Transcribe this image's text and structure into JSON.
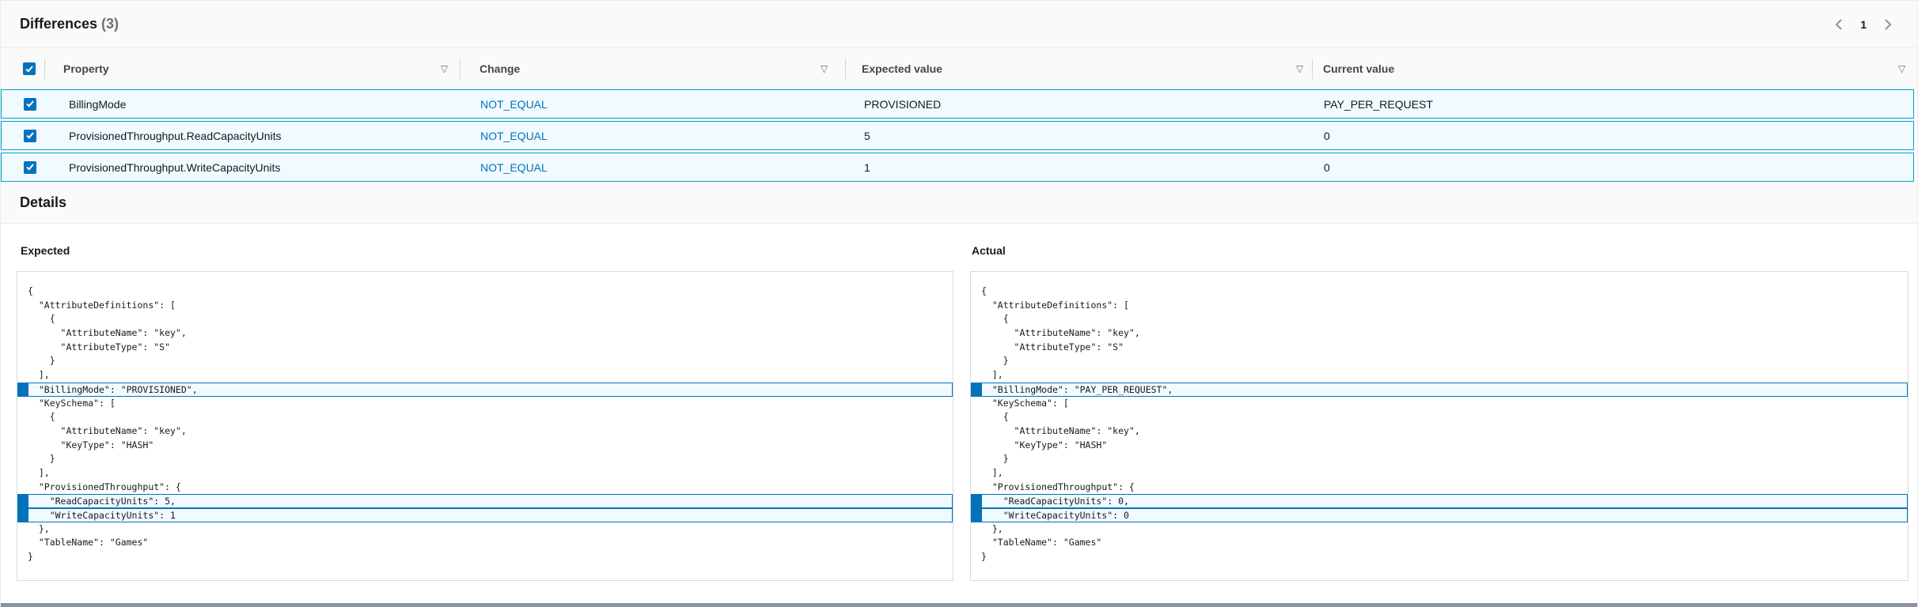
{
  "header": {
    "title": "Differences",
    "count": "(3)",
    "pagination": {
      "page": "1"
    }
  },
  "table": {
    "select_all_checked": true,
    "columns": [
      "Property",
      "Change",
      "Expected value",
      "Current value"
    ],
    "rows": [
      {
        "selected": true,
        "property": "BillingMode",
        "change": "NOT_EQUAL",
        "expected": "PROVISIONED",
        "current": "PAY_PER_REQUEST"
      },
      {
        "selected": true,
        "property": "ProvisionedThroughput.ReadCapacityUnits",
        "change": "NOT_EQUAL",
        "expected": "5",
        "current": "0"
      },
      {
        "selected": true,
        "property": "ProvisionedThroughput.WriteCapacityUnits",
        "change": "NOT_EQUAL",
        "expected": "1",
        "current": "0"
      }
    ]
  },
  "details": {
    "title": "Details",
    "expected": {
      "label": "Expected",
      "lines": [
        {
          "text": "{",
          "hl": false
        },
        {
          "text": "  \"AttributeDefinitions\": [",
          "hl": false
        },
        {
          "text": "    {",
          "hl": false
        },
        {
          "text": "      \"AttributeName\": \"key\",",
          "hl": false
        },
        {
          "text": "      \"AttributeType\": \"S\"",
          "hl": false
        },
        {
          "text": "    }",
          "hl": false
        },
        {
          "text": "  ],",
          "hl": false
        },
        {
          "text": "  \"BillingMode\": \"PROVISIONED\",",
          "hl": true
        },
        {
          "text": "  \"KeySchema\": [",
          "hl": false
        },
        {
          "text": "    {",
          "hl": false
        },
        {
          "text": "      \"AttributeName\": \"key\",",
          "hl": false
        },
        {
          "text": "      \"KeyType\": \"HASH\"",
          "hl": false
        },
        {
          "text": "    }",
          "hl": false
        },
        {
          "text": "  ],",
          "hl": false
        },
        {
          "text": "  \"ProvisionedThroughput\": {",
          "hl": false
        },
        {
          "text": "    \"ReadCapacityUnits\": 5,",
          "hl": true
        },
        {
          "text": "    \"WriteCapacityUnits\": 1",
          "hl": true
        },
        {
          "text": "  },",
          "hl": false
        },
        {
          "text": "  \"TableName\": \"Games\"",
          "hl": false
        },
        {
          "text": "}",
          "hl": false
        }
      ]
    },
    "actual": {
      "label": "Actual",
      "lines": [
        {
          "text": "{",
          "hl": false
        },
        {
          "text": "  \"AttributeDefinitions\": [",
          "hl": false
        },
        {
          "text": "    {",
          "hl": false
        },
        {
          "text": "      \"AttributeName\": \"key\",",
          "hl": false
        },
        {
          "text": "      \"AttributeType\": \"S\"",
          "hl": false
        },
        {
          "text": "    }",
          "hl": false
        },
        {
          "text": "  ],",
          "hl": false
        },
        {
          "text": "  \"BillingMode\": \"PAY_PER_REQUEST\",",
          "hl": true
        },
        {
          "text": "  \"KeySchema\": [",
          "hl": false
        },
        {
          "text": "    {",
          "hl": false
        },
        {
          "text": "      \"AttributeName\": \"key\",",
          "hl": false
        },
        {
          "text": "      \"KeyType\": \"HASH\"",
          "hl": false
        },
        {
          "text": "    }",
          "hl": false
        },
        {
          "text": "  ],",
          "hl": false
        },
        {
          "text": "  \"ProvisionedThroughput\": {",
          "hl": false
        },
        {
          "text": "    \"ReadCapacityUnits\": 0,",
          "hl": true
        },
        {
          "text": "    \"WriteCapacityUnits\": 0",
          "hl": true
        },
        {
          "text": "  },",
          "hl": false
        },
        {
          "text": "  \"TableName\": \"Games\"",
          "hl": false
        },
        {
          "text": "}",
          "hl": false
        }
      ]
    }
  },
  "colors": {
    "accent_blue": "#0073bb",
    "selected_row_border": "#00a1c9",
    "selected_row_bg": "#f1faff",
    "header_band_bg": "#fafafa",
    "divider": "#e9ebed"
  }
}
